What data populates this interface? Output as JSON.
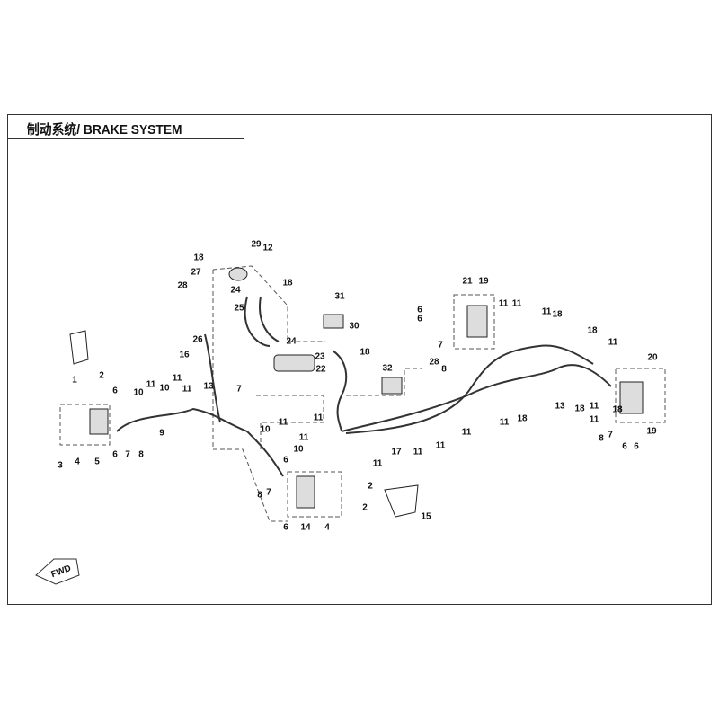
{
  "title": "制动系统/ BRAKE SYSTEM",
  "fwd_label": "FWD",
  "callouts": [
    "18",
    "29",
    "12",
    "27",
    "28",
    "24",
    "18",
    "25",
    "31",
    "30",
    "26",
    "24",
    "16",
    "23",
    "18",
    "22",
    "1",
    "2",
    "6",
    "6",
    "21",
    "19",
    "11",
    "11",
    "11",
    "18",
    "18",
    "11",
    "7",
    "8",
    "28",
    "32",
    "20",
    "13",
    "18",
    "18",
    "11",
    "11",
    "11",
    "18",
    "8",
    "7",
    "6",
    "6",
    "19",
    "6",
    "6",
    "7",
    "8",
    "10",
    "11",
    "10",
    "11",
    "11",
    "13",
    "7",
    "3",
    "4",
    "5",
    "9",
    "11",
    "11",
    "10",
    "11",
    "10",
    "6",
    "11",
    "17",
    "11",
    "11",
    "11",
    "8",
    "7",
    "6",
    "14",
    "4",
    "2",
    "2",
    "15"
  ]
}
